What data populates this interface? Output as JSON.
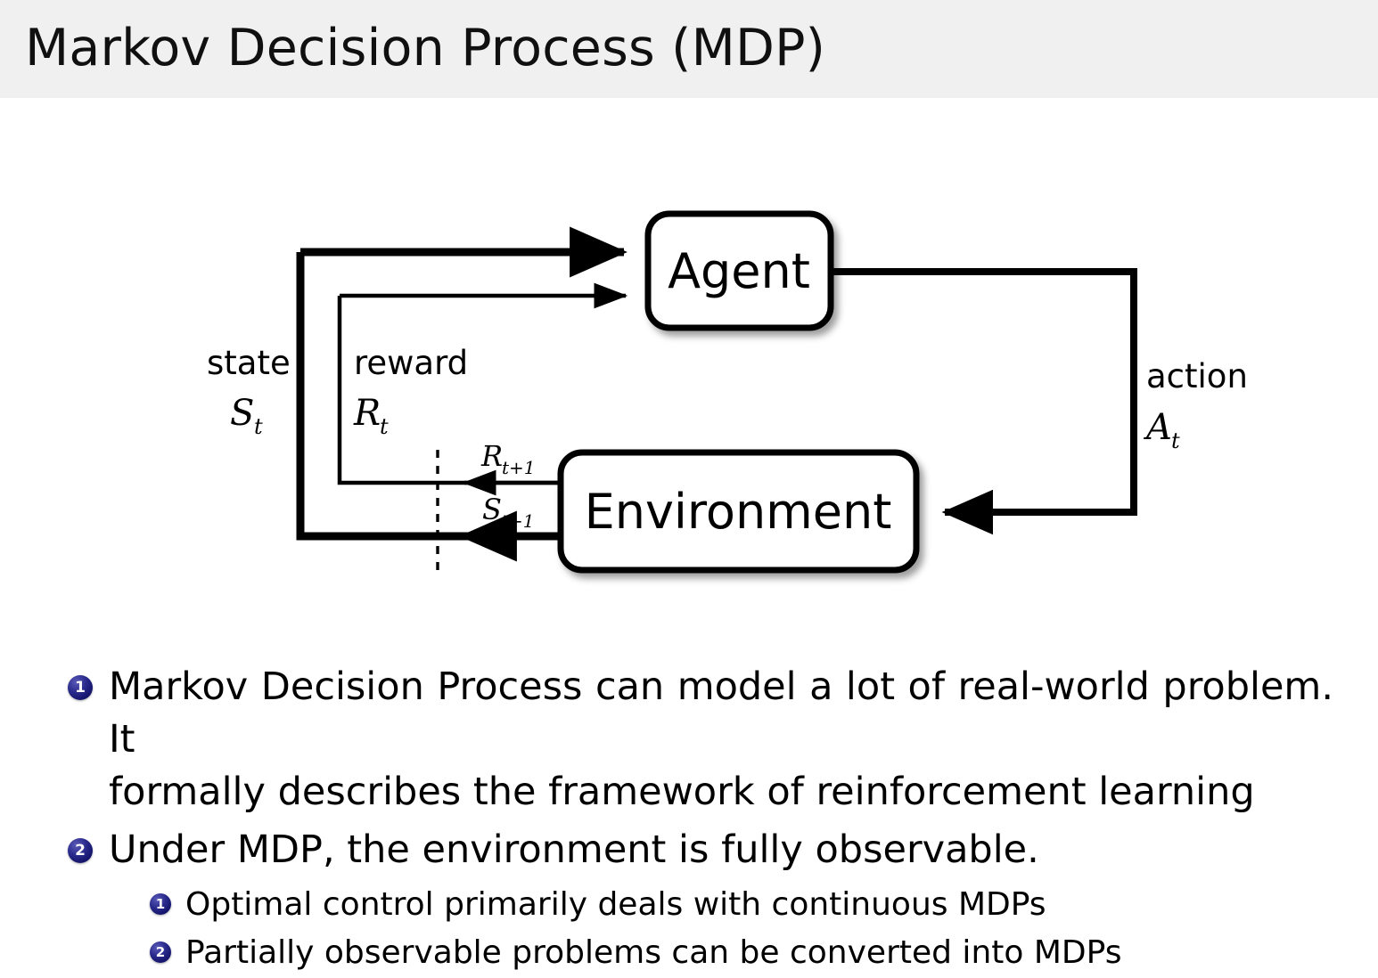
{
  "header": {
    "title": "Markov Decision Process (MDP)",
    "background_color": "#f0f0f0"
  },
  "diagram": {
    "name": "agent-environment-interaction-loop",
    "boxes": {
      "agent": "Agent",
      "environment": "Environment"
    },
    "labels": {
      "state_word": "state",
      "state_symbol": "S",
      "state_subscript": "t",
      "reward_word": "reward",
      "reward_symbol": "R",
      "reward_subscript": "t",
      "action_word": "action",
      "action_symbol": "A",
      "action_subscript": "t",
      "reward_next_symbol": "R",
      "reward_next_subscript": "t+1",
      "state_next_symbol": "S",
      "state_next_subscript": "t+1"
    },
    "stroke_color": "#000000",
    "box_fill": "#ffffff"
  },
  "bullets": {
    "badge_color": "#1c1c7a",
    "items": [
      {
        "number": "1",
        "level": 1,
        "line1": "Markov Decision Process can model a lot of real-world problem. It",
        "line2": "formally describes the framework of reinforcement learning"
      },
      {
        "number": "2",
        "level": 1,
        "line1": "Under MDP, the environment is fully observable.",
        "line2": ""
      },
      {
        "number": "1",
        "level": 2,
        "text": "Optimal control primarily deals with continuous MDPs"
      },
      {
        "number": "2",
        "level": 2,
        "text": "Partially observable problems can be converted into MDPs"
      }
    ]
  }
}
